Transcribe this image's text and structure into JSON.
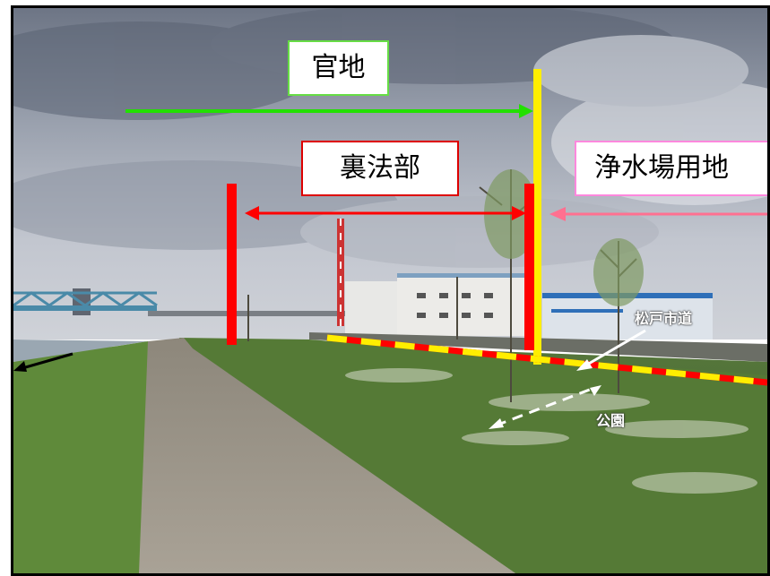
{
  "labels": {
    "kanchi": "官地",
    "urahobu": "裏法部",
    "josuijo": "浄水場用地",
    "matsudo_road": "松戸市道",
    "koen": "公園"
  },
  "colors": {
    "kanchi_arrow": "#22e000",
    "kanchi_border": "#66dd44",
    "urahobu_markers": "#ff0000",
    "urahobu_border": "#dd0000",
    "boundary_pole": "#ffee00",
    "josuijo_arrow": "#ff7090",
    "josuijo_border": "#ff88dd",
    "road_line_red": "#ff0000",
    "road_line_yellow": "#ffee00",
    "annotation_arrows": "#ffffff",
    "river_arrow": "#000000"
  },
  "icons": {
    "kanchi_arrow": "arrow-right-icon",
    "urahobu_arrow": "double-arrow-icon",
    "josuijo_arrow": "arrow-left-icon",
    "road_pointer": "arrow-pointer-icon",
    "park_arrow": "dashed-double-arrow-icon",
    "river_arrow": "arrow-left-icon"
  }
}
